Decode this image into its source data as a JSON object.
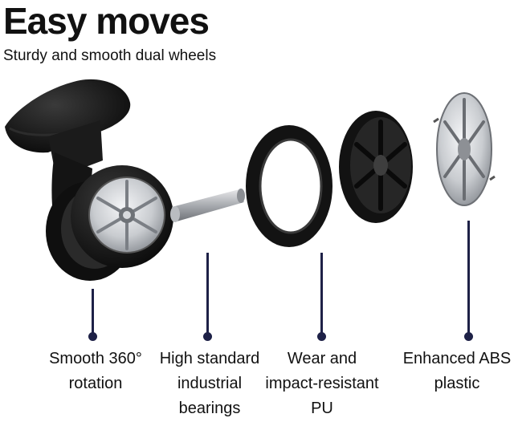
{
  "header": {
    "title": "Easy moves",
    "subtitle": "Sturdy and smooth dual wheels"
  },
  "parts": [
    {
      "id": "caster",
      "lines": [
        "Smooth 360°",
        "rotation"
      ]
    },
    {
      "id": "axle",
      "lines": [
        "High standard",
        "industrial",
        "bearings"
      ]
    },
    {
      "id": "pu-ring",
      "lines": [
        "Wear and",
        "impact-resistant",
        "PU"
      ]
    },
    {
      "id": "abs-cap",
      "lines": [
        "Enhanced ABS",
        "plastic"
      ]
    }
  ],
  "colors": {
    "pointer": "#1e2147",
    "rubber": "#161616",
    "silver": "#c9ccd0"
  }
}
